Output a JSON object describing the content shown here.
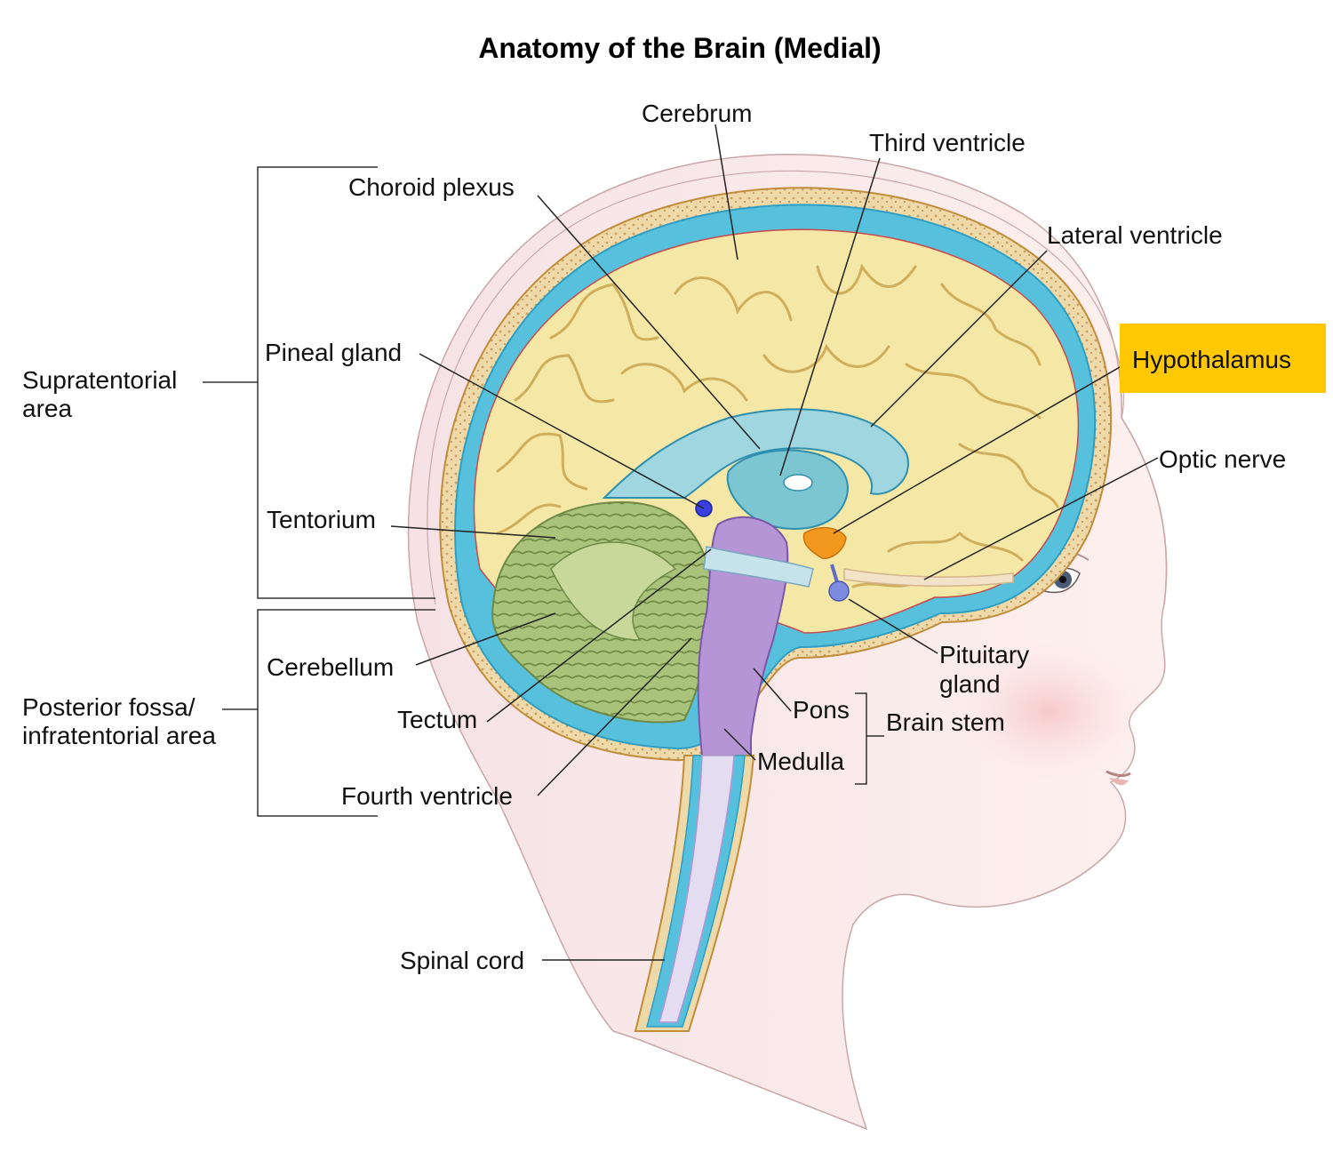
{
  "title": "Anatomy of the Brain (Medial)",
  "highlight_color": "#ffc800",
  "labels": {
    "cerebrum": "Cerebrum",
    "third_ventricle": "Third ventricle",
    "choroid_plexus": "Choroid plexus",
    "lateral_ventricle": "Lateral ventricle",
    "pineal_gland": "Pineal gland",
    "hypothalamus": "Hypothalamus",
    "supratentorial_1": "Supratentorial",
    "supratentorial_2": "area",
    "optic_nerve": "Optic nerve",
    "tentorium": "Tentorium",
    "cerebellum": "Cerebellum",
    "pituitary_1": "Pituitary",
    "pituitary_2": "gland",
    "posterior_1": "Posterior fossa/",
    "posterior_2": "infratentorial area",
    "pons": "Pons",
    "brain_stem": "Brain stem",
    "tectum": "Tectum",
    "medulla": "Medulla",
    "fourth_ventricle": "Fourth ventricle",
    "spinal_cord": "Spinal cord"
  }
}
